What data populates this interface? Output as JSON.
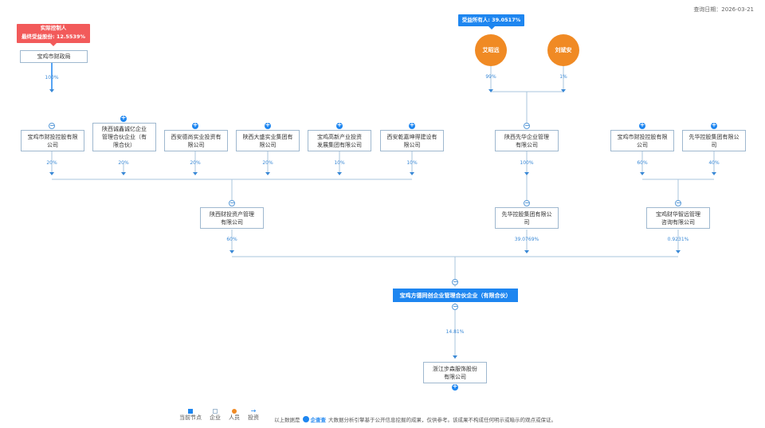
{
  "query_date": "查询日期：2026-03-21",
  "actual_controller": {
    "title": "实际控制人",
    "share": "最终受益股份: 12.5539%"
  },
  "beneficiary": {
    "label": "受益所有人: 39.0517%"
  },
  "top_entities": [
    {
      "id": "caizhengju",
      "name": "宝鸡市财政局",
      "type": "company",
      "pct": "100%"
    },
    {
      "id": "aijiayun",
      "name": "艾昭远",
      "type": "person",
      "pct": "99%"
    },
    {
      "id": "liujiaan",
      "name": "刘斌安",
      "type": "person",
      "pct": "1%"
    }
  ],
  "level2": [
    {
      "id": "caikong",
      "name": "宝鸡市财投控股有限\n公司",
      "pct": "20%",
      "toggle": "minus"
    },
    {
      "id": "xianfeng",
      "name": "陕西诚鑫诚亿企业\n管理合伙企业（有\n限合伙）",
      "pct": "20%",
      "toggle": "plus"
    },
    {
      "id": "xiaanshang",
      "name": "西安德尚实业投资有\n限公司",
      "pct": "20%",
      "toggle": "plus"
    },
    {
      "id": "dasheng",
      "name": "陕西大盛实业集团有\n限公司",
      "pct": "20%",
      "toggle": "plus"
    },
    {
      "id": "gaoxin",
      "name": "宝鸡高新产业投资\n发展集团有限公司",
      "pct": "10%",
      "toggle": "plus"
    },
    {
      "id": "qianyuan",
      "name": "西安乾嘉坤得建设有\n限公司",
      "pct": "10%",
      "toggle": "plus"
    },
    {
      "id": "xianhua_mgmt",
      "name": "陕西先华企业管理\n有限公司",
      "pct": "100%",
      "toggle": "minus"
    },
    {
      "id": "caikong2",
      "name": "宝鸡市财投控股有限\n公司",
      "pct": "60%",
      "toggle": "plus"
    },
    {
      "id": "xianhua_group",
      "name": "先华控股集团有限公\n司",
      "pct": "40%",
      "toggle": "plus"
    }
  ],
  "level3": [
    {
      "id": "shaanxi_caitou",
      "name": "陕西财投资产管理\n有限公司",
      "pct": "60%"
    },
    {
      "id": "xianhua_holding",
      "name": "先华控股集团有限公\n司",
      "pct": "39.0769%"
    },
    {
      "id": "caihua",
      "name": "宝鸡财华智远管理\n咨询有限公司",
      "pct": "0.9231%"
    }
  ],
  "focus": {
    "name": "宝鸡方德同创企业管理合伙企业（有限合伙）",
    "pct": "14.81%"
  },
  "target": {
    "name": "浙江步森服饰股份\n有限公司"
  },
  "legend": [
    {
      "key": "current",
      "label": "当前节点"
    },
    {
      "key": "company",
      "label": "企业"
    },
    {
      "key": "person",
      "label": "人员"
    },
    {
      "key": "invest",
      "label": "投资"
    }
  ],
  "disclaimer": {
    "prefix": "以上数据是",
    "brand": "企查查",
    "suffix": "大数据分析引擎基于公开信息挖掘的成果，仅供参考。该成果不构成任何明示或暗示的观点或保证。"
  },
  "colors": {
    "accent": "#1e86f0",
    "person": "#f08a24",
    "controller_tag": "#f25a5a",
    "line": "#aac4dc"
  }
}
